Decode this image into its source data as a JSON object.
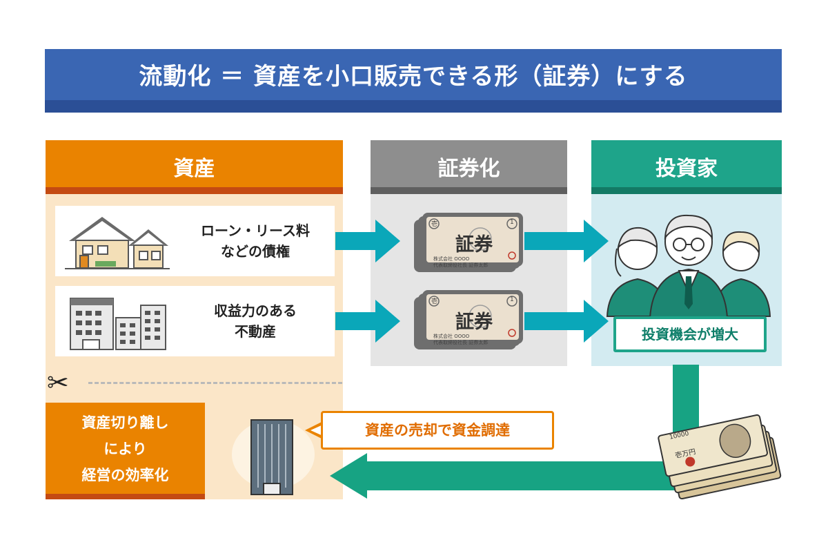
{
  "title": "流動化 ＝ 資産を小口販売できる形（証券）にする",
  "columns": {
    "asset": "資産",
    "securitization": "証券化",
    "investor": "投資家"
  },
  "asset_items": [
    {
      "lines": [
        "ローン・リース料",
        "などの債権"
      ],
      "icon": "houses-icon"
    },
    {
      "lines": [
        "収益力のある",
        "不動産"
      ],
      "icon": "buildings-icon"
    }
  ],
  "certificate": {
    "label": "証券",
    "number": "1",
    "corner_mark": "壱",
    "small_text_1": "株式会社",
    "small_text_2": "代表取締役社長",
    "placeholder": "OOOO",
    "signature": "証券太郎"
  },
  "investor_badge": "投資機会が増大",
  "separation": {
    "lines": [
      "資産切り離し",
      "により",
      "経営の効率化"
    ]
  },
  "callout": "資産の売却で資金調達",
  "money": {
    "amount": "10000",
    "label": "壱万円"
  },
  "colors": {
    "title_blue": "#3a66b3",
    "asset_orange": "#ea8300",
    "securities_gray": "#8e8e8e",
    "investor_green": "#1ea48a",
    "flow_arrow_teal": "#0aa7b9",
    "return_arrow_green": "#17a383"
  }
}
